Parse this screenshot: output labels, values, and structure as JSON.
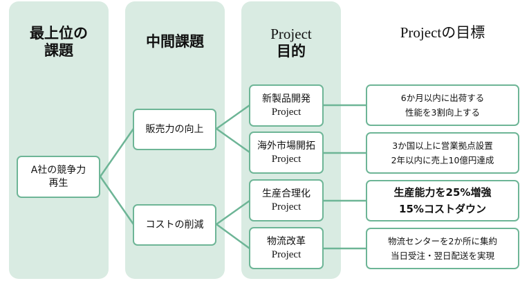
{
  "columns": {
    "top_issue": "最上位の課題",
    "middle_issue": "中間課題",
    "project_purpose": [
      "Project",
      "目的"
    ],
    "project_goal": "Projectの目標"
  },
  "top": {
    "line1": "A社の競争力",
    "line2": "再生"
  },
  "middle": [
    "販売力の向上",
    "コストの削減"
  ],
  "projects": [
    {
      "name": "新製品開発",
      "suffix": "Project",
      "goals": [
        "6か月以内に出荷する",
        "性能を3割向上する"
      ]
    },
    {
      "name": "海外市場開拓",
      "suffix": "Project",
      "goals": [
        "3か国以上に営業拠点設置",
        "2年以内に売上10億円達成"
      ]
    },
    {
      "name": "生産合理化",
      "suffix": "Project",
      "goals": [
        "生産能力を25%増強",
        "15%コストダウン"
      ]
    },
    {
      "name": "物流改革",
      "suffix": "Project",
      "goals": [
        "物流センターを2か所に集約",
        "当日受注・翌日配送を実現"
      ]
    }
  ],
  "colors": {
    "accent": "#6db596",
    "column_bg": "#d9ebe2"
  }
}
